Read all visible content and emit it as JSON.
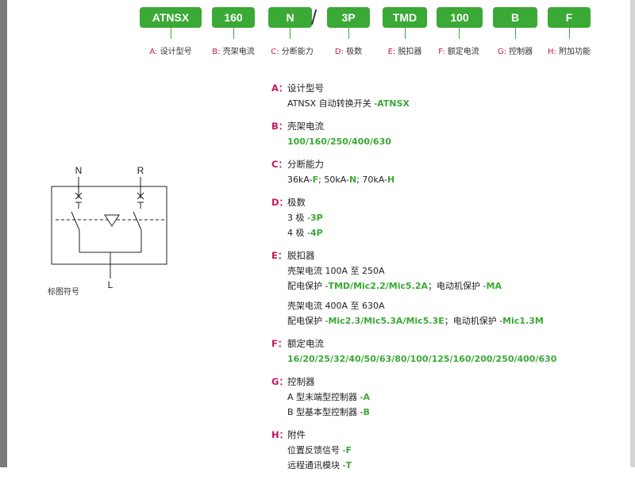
{
  "codes": [
    {
      "value": "ATNSX",
      "label": "设计型号",
      "letter": "A:"
    },
    {
      "value": "160",
      "label": "壳架电流",
      "letter": "B:"
    },
    {
      "value": "N",
      "label": "分断能力",
      "letter": "C:"
    },
    {
      "value": "3P",
      "label": "极数",
      "letter": "D:"
    },
    {
      "value": "TMD",
      "label": "脱扣器",
      "letter": "E:"
    },
    {
      "value": "100",
      "label": "额定电流",
      "letter": "F:"
    },
    {
      "value": "B",
      "label": "控制器",
      "letter": "G:"
    },
    {
      "value": "F",
      "label": "附加功能",
      "letter": "H:"
    }
  ],
  "separator": "/",
  "diagram": {
    "n": "N",
    "r": "R",
    "l": "L",
    "caption": "标图符号"
  },
  "spec": {
    "a": {
      "letter": "A：",
      "title": "设计型号",
      "l1_text": "ATNSX 自动转换开关 -",
      "l1_code": "ATNSX"
    },
    "b": {
      "letter": "B：",
      "title": "壳架电流",
      "l1_code": "100/160/250/400/630"
    },
    "c": {
      "letter": "C：",
      "title": "分断能力",
      "p1": "36kA-",
      "c1": "F",
      "p2": "; 50kA-",
      "c2": "N",
      "p3": "; 70kA-",
      "c3": "H"
    },
    "d": {
      "letter": "D：",
      "title": "极数",
      "l1_text": "3 极 -",
      "l1_code": "3P",
      "l2_text": "4 极 -",
      "l2_code": "4P"
    },
    "e": {
      "letter": "E：",
      "title": "脱扣器",
      "l1": "壳架电流 100A 至 250A",
      "l2_text": "配电保护 -",
      "l2_code": "TMD/Mic2.2/Mic5.2A",
      "l2_mid": "；电动机保护 -",
      "l2_code2": "MA",
      "l3": "壳架电流 400A 至 630A",
      "l4_text": "配电保护 -",
      "l4_code": "Mic2.3/Mic5.3A/Mic5.3E",
      "l4_mid": "；电动机保护 -",
      "l4_code2": "Mic1.3M"
    },
    "f": {
      "letter": "F：",
      "title": "额定电流",
      "l1_code": "16/20/25/32/40/50/63/80/100/125/160/200/250/400/630"
    },
    "g": {
      "letter": "G：",
      "title": "控制器",
      "l1_text": "A 型末端型控制器 -",
      "l1_code": "A",
      "l2_text": "B 型基本型控制器 -",
      "l2_code": "B"
    },
    "h": {
      "letter": "H：",
      "title": "附件",
      "l1_text": "位置反馈信号 -",
      "l1_code": "F",
      "l2_text": "远程通讯模块 -",
      "l2_code": "T"
    }
  },
  "colors": {
    "accent": "#3aa935",
    "letter": "#c2185b"
  }
}
